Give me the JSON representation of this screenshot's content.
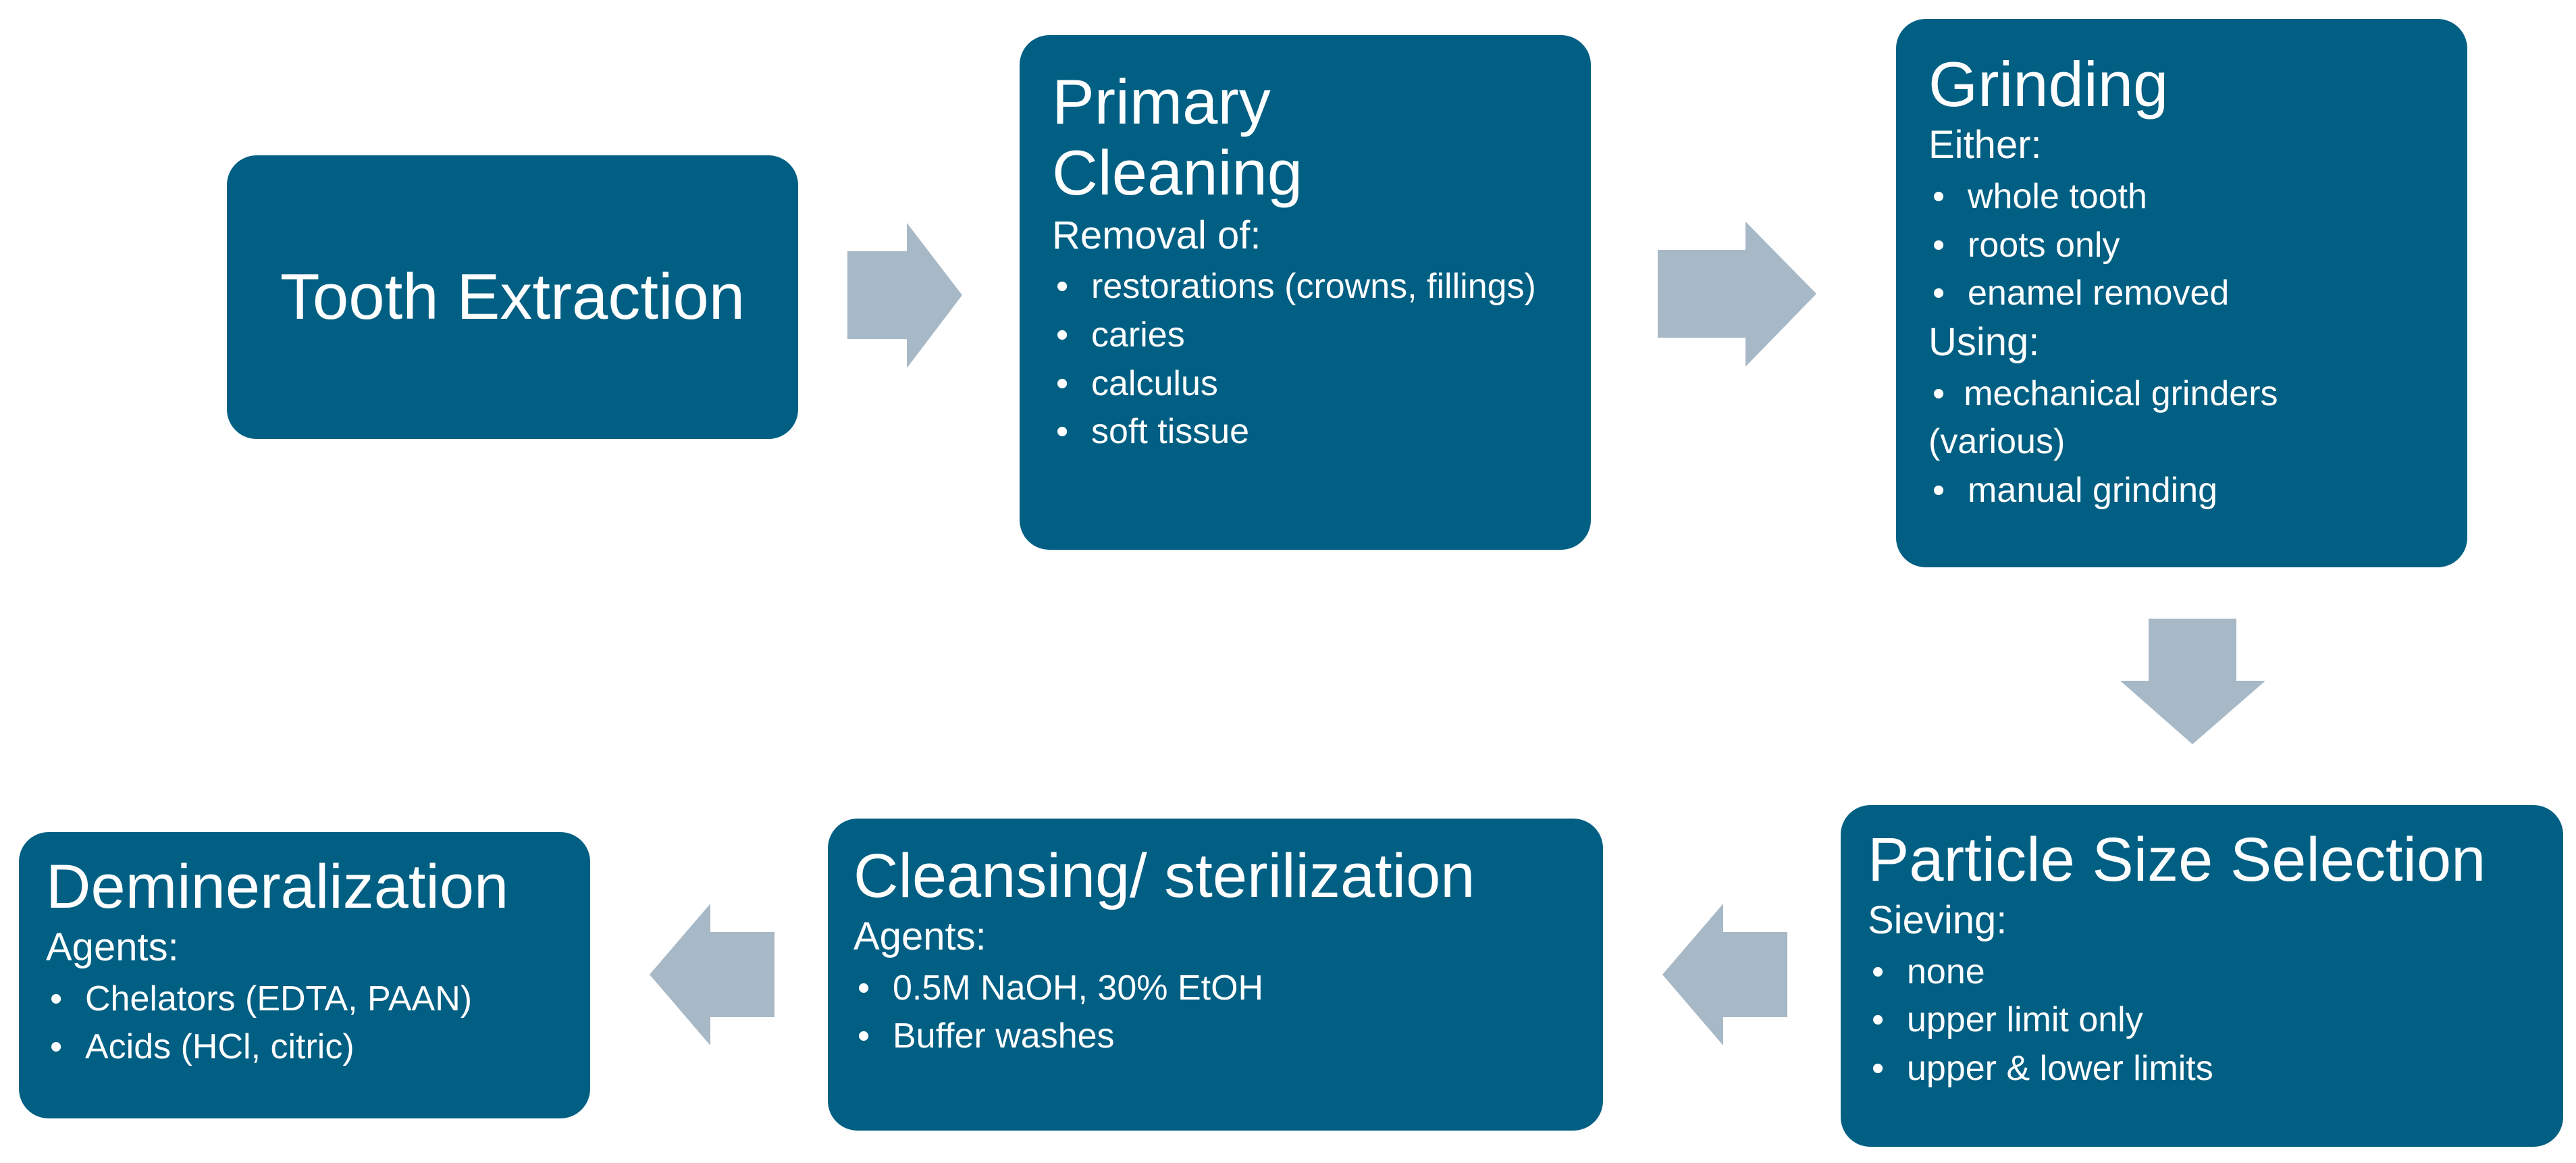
{
  "colors": {
    "box_fill": "#005f83",
    "box_text": "#ffffff",
    "arrow_fill": "#a7b8c6",
    "background": "#ffffff"
  },
  "steps": {
    "tooth_extraction": {
      "title": "Tooth Extraction"
    },
    "primary_cleaning": {
      "title_line1": "Primary",
      "title_line2": "Cleaning",
      "subtitle": "Removal of:",
      "items": [
        "restorations (crowns, fillings)",
        "caries",
        "calculus",
        "soft tissue"
      ]
    },
    "grinding": {
      "title": "Grinding",
      "subtitle_1": "Either:",
      "items_1": [
        "whole tooth",
        "roots only",
        "enamel removed"
      ],
      "subtitle_2": "Using:",
      "items_2": [
        "mechanical grinders (various)",
        "manual grinding"
      ]
    },
    "particle_size_selection": {
      "title": "Particle Size Selection",
      "subtitle": "Sieving:",
      "items": [
        "none",
        "upper limit only",
        "upper & lower limits"
      ]
    },
    "cleansing_sterilization": {
      "title": "Cleansing/ sterilization",
      "subtitle": "Agents:",
      "items": [
        "0.5M NaOH, 30% EtOH",
        "Buffer washes"
      ]
    },
    "demineralization": {
      "title": "Demineralization",
      "subtitle": "Agents:",
      "items": [
        "Chelators (EDTA, PAAN)",
        "Acids (HCl, citric)"
      ]
    }
  },
  "bullet_glyph": "•"
}
